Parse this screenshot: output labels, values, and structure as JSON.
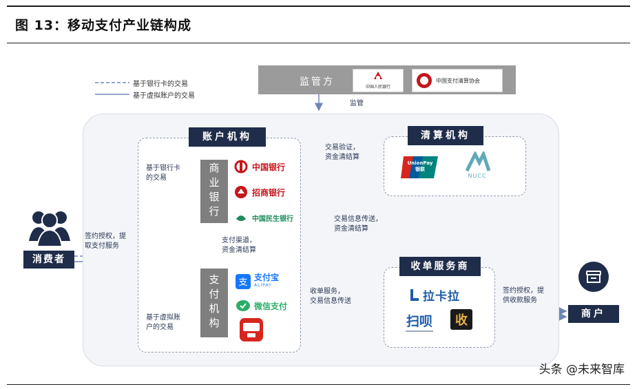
{
  "header": {
    "title": "图 13：移动支付产业链构成"
  },
  "legend": {
    "dashed": "基于银行卡的交易",
    "solid": "基于虚拟账户的交易"
  },
  "regulator": {
    "label": "监管方",
    "arrow_label": "监管",
    "logo1_text": "中国人民银行",
    "logo2_text": "中国支付清算协会"
  },
  "consumer": {
    "label": "消费者",
    "arrow_label": "签约授权，提\n取支付服务"
  },
  "account_inst": {
    "label": "账户机构",
    "bank_card_note": "基于银行卡\n的交易",
    "virtual_note": "基于虚拟账\n户的交易",
    "commercial_bank": "商业银行",
    "payment_inst": "支付机构",
    "between_label": "支付渠道，\n资金清结算",
    "banks": [
      "中国银行",
      "招商银行",
      "中国民生银行"
    ],
    "payments": [
      "支付宝",
      "微信支付"
    ],
    "payment_sub": [
      "ALIPAY"
    ]
  },
  "clearing": {
    "label": "清算机构",
    "left_label": "交易验证，\n资金清结算",
    "mid_label": "交易信息传送，\n资金清结算",
    "unionpay_text": "UnionPay\n银联",
    "nucc_text": "NUCC"
  },
  "acquirer": {
    "label": "收单服务商",
    "left_label": "收单服务，\n交易信息传送",
    "lakala": "拉卡拉",
    "saobei": "扫呗",
    "shou": "收"
  },
  "merchant": {
    "label": "商户",
    "arrow_label": "签约授权，提\n供收款服务"
  },
  "watermark": "头条 @未来智库",
  "colors": {
    "navy": "#1f2d4a",
    "grey": "#7f7f7f",
    "arrow": "#6f86b8",
    "alipay": "#1677ff",
    "wechat": "#2aae67",
    "unionpay_red": "#d7261e",
    "unionpay_blue": "#005b9f",
    "unionpay_green": "#00847e",
    "lakala_blue": "#1e5ca8",
    "nucc_teal": "#5fa9b8"
  }
}
